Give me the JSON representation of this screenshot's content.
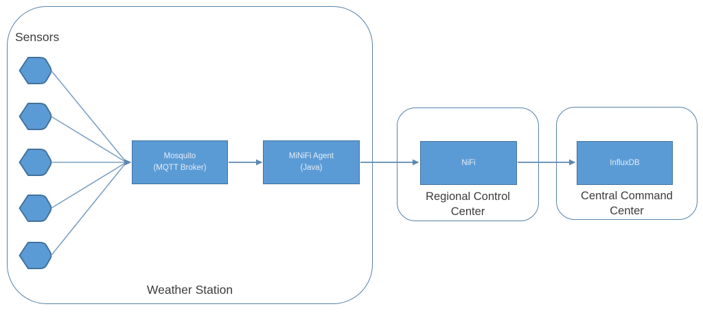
{
  "colors": {
    "background": "#FFFFFF",
    "node_fill": "#5B9BD5",
    "node_border": "#41719C",
    "container_border": "#5480A8",
    "connector_line": "#7AA0C4",
    "arrow_line": "#5C88B0",
    "node_text": "#E4EDF6",
    "label_text": "#3B3B3B"
  },
  "weather_station": {
    "caption": "Weather Station",
    "sensors_heading": "Sensors",
    "sensor_count": 5,
    "mosquito_node": {
      "label_lines": [
        "Mosquito",
        "(MQTT Broker)"
      ]
    },
    "minifi_node": {
      "label_lines": [
        "MiNiFi Agent",
        "(Java)"
      ]
    }
  },
  "regional_control_center": {
    "caption_lines": [
      "Regional Control",
      "Center"
    ],
    "nifi_node": {
      "label_lines": [
        "NiFi"
      ]
    }
  },
  "central_command_center": {
    "caption_lines": [
      "Central Command",
      "Center"
    ],
    "influxdb_node": {
      "label_lines": [
        "InfluxDB"
      ]
    }
  }
}
